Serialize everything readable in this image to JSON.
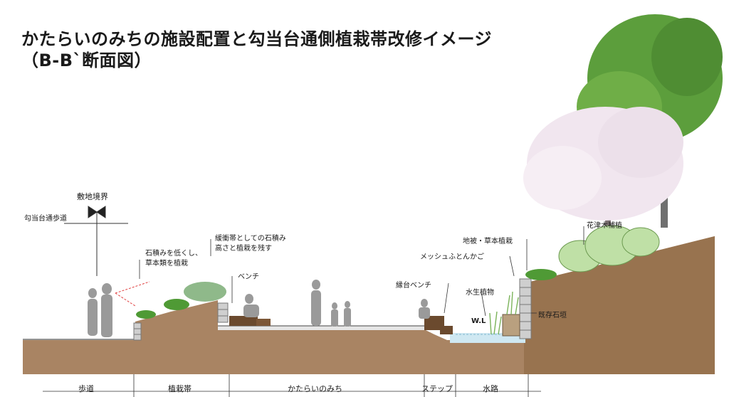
{
  "title": {
    "line1": "かたらいのみちの施設配置と勾当台通側植栽帯改修イメージ",
    "line2": "（B-B`断面図）"
  },
  "labels": {
    "boundary": "敷地境界",
    "sidewalk_road": "勾当台通歩道",
    "stone_lower": "石積みを低くし、",
    "stone_lower2": "草本類を植栽",
    "buffer": "緩衝帯としての石積み",
    "buffer2": "高さと植栽を残す",
    "bench": "ベンチ",
    "edge_bench": "縁台ベンチ",
    "aquatic": "水生植物",
    "groundcover": "地被・草本植栽",
    "mesh_gabion": "メッシュふとんかご",
    "existing_stone": "既存石垣",
    "flower_tree": "花津木補植",
    "water_level": "W.L"
  },
  "zones": [
    "歩道",
    "植栽帯",
    "かたらいのみち",
    "ステップ",
    "水路"
  ],
  "colors": {
    "soil": "#a98463",
    "soil_dark": "#8c6a4c",
    "path": "#e8e8e8",
    "water": "#bfe3f0",
    "bench": "#6b4a2e",
    "silhouette": "#9a9a9a",
    "cherry": "#f2e6f0",
    "foliage": "#4f9a35"
  }
}
